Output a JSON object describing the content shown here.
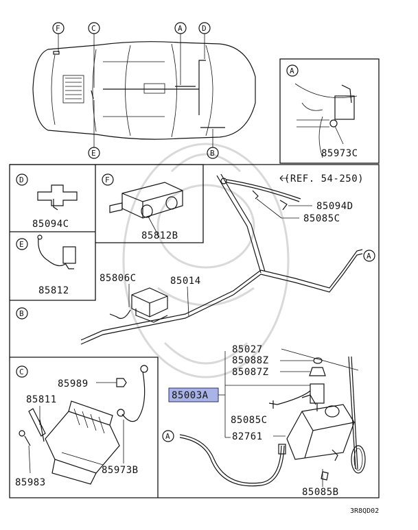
{
  "callouts": {
    "F": "F",
    "C": "C",
    "A": "A",
    "D": "D",
    "E": "E",
    "B": "B"
  },
  "parts": {
    "p85973C_top": "85973C",
    "ref": "(REF. 54-250)",
    "p85094D": "85094D",
    "p85085C_top": "85085C",
    "p85094C": "85094C",
    "p85812B": "85812B",
    "p85812": "85812",
    "p85806C": "85806C",
    "p85014": "85014",
    "p85027": "85027",
    "p85088Z": "85088Z",
    "p85087Z": "85087Z",
    "p85003A": "85003A",
    "p85085C_mid": "85085C",
    "p82761": "82761",
    "p85085B": "85085B",
    "p85989": "85989",
    "p85811": "85811",
    "p85973B": "85973B",
    "p85983": "85983"
  },
  "footer_code": "3R8QD02",
  "colors": {
    "highlight": "#a9b3e6",
    "line": "#111111"
  }
}
